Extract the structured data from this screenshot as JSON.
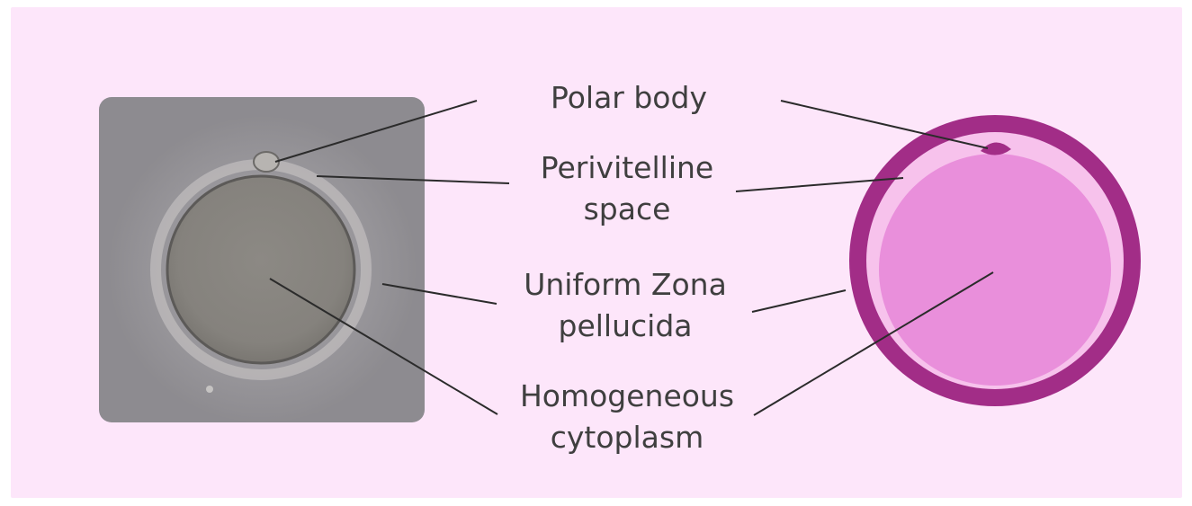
{
  "colors": {
    "background": "#fde6fa",
    "photo_frame": "#8a8a8e",
    "photo_oocyte": "#8d8a86",
    "zona": "#a22d87",
    "perivitelline": "#f7c2ec",
    "cytoplasm": "#e98fdb",
    "polar_body": "#a22d87",
    "pointer_line": "#2b2b2b",
    "label_text": "#3f3f3f"
  },
  "labels": {
    "polar_body": [
      "Polar body"
    ],
    "perivitelline_space": [
      "Perivitelline",
      "space"
    ],
    "zona_pellucida": [
      "Uniform Zona",
      "pellucida"
    ],
    "cytoplasm": [
      "Homogeneous",
      "cytoplasm"
    ]
  }
}
